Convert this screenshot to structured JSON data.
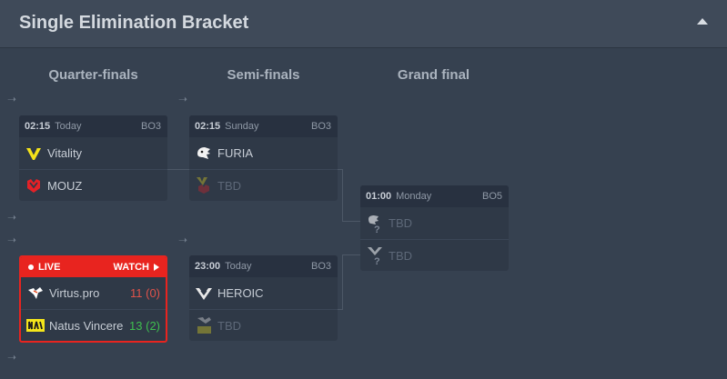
{
  "panel": {
    "title": "Single Elimination Bracket"
  },
  "stages": [
    "Quarter-finals",
    "Semi-finals",
    "Grand final"
  ],
  "matches": {
    "qf1": {
      "time": "02:15",
      "day": "Today",
      "format": "BO3",
      "team1": "Vitality",
      "team2": "MOUZ"
    },
    "qf2": {
      "status": "LIVE",
      "watch_label": "WATCH",
      "team1": "Virtus.pro",
      "team1_score": "11",
      "team1_maps": "(0)",
      "team2": "Natus Vincere",
      "team2_score": "13",
      "team2_maps": "(2)"
    },
    "sf1": {
      "time": "02:15",
      "day": "Sunday",
      "format": "BO3",
      "team1": "FURIA",
      "team2": "TBD"
    },
    "sf2": {
      "time": "23:00",
      "day": "Today",
      "format": "BO3",
      "team1": "HEROIC",
      "team2": "TBD"
    },
    "final": {
      "time": "01:00",
      "day": "Monday",
      "format": "BO5",
      "team1": "TBD",
      "team2": "TBD"
    }
  },
  "colors": {
    "live": "#e8241f",
    "win": "#3fbf4f",
    "lose": "#e0524a",
    "background": "#364150"
  },
  "icons": [
    "collapse-chevron-up-icon",
    "vitality-logo-icon",
    "mouz-logo-icon",
    "virtus-pro-logo-icon",
    "navi-logo-icon",
    "furia-logo-icon",
    "heroic-logo-icon",
    "unknown-team-icon",
    "play-triangle-icon",
    "arrow-right-icon"
  ]
}
